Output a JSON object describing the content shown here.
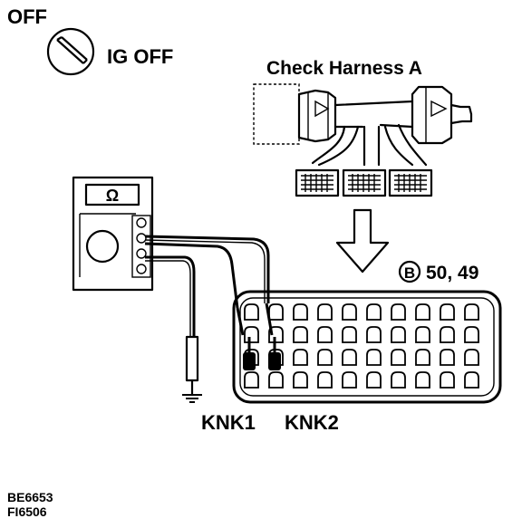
{
  "ignition": {
    "state": "OFF",
    "label": "IG OFF"
  },
  "harness": {
    "title": "Check Harness A"
  },
  "meter": {
    "symbol": "Ω"
  },
  "connector": {
    "marker": "B",
    "pins": "50, 49"
  },
  "terminals": {
    "left": "KNK1",
    "right": "KNK2"
  },
  "codes": {
    "line1": "BE6653",
    "line2": "FI6506"
  }
}
